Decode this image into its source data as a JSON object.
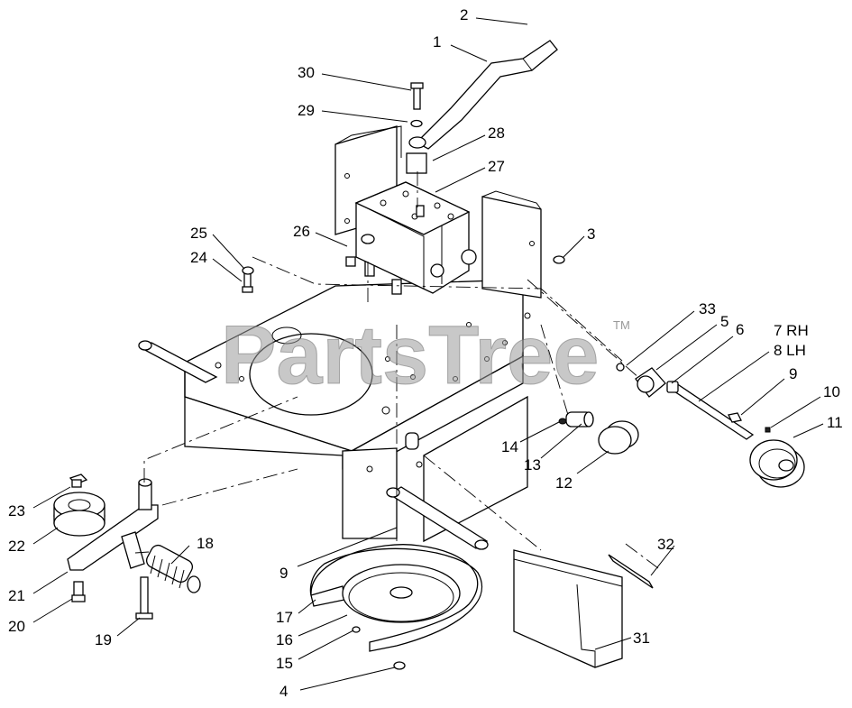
{
  "diagram": {
    "watermark": "PartsTree",
    "watermark_mark": "TM",
    "callouts": [
      {
        "id": "1",
        "label": "1"
      },
      {
        "id": "2",
        "label": "2"
      },
      {
        "id": "3",
        "label": "3"
      },
      {
        "id": "4",
        "label": "4"
      },
      {
        "id": "5",
        "label": "5"
      },
      {
        "id": "6",
        "label": "6"
      },
      {
        "id": "7",
        "label": "7 RH"
      },
      {
        "id": "8",
        "label": "8 LH"
      },
      {
        "id": "9a",
        "label": "9"
      },
      {
        "id": "9b",
        "label": "9"
      },
      {
        "id": "10",
        "label": "10"
      },
      {
        "id": "11",
        "label": "11"
      },
      {
        "id": "12",
        "label": "12"
      },
      {
        "id": "13",
        "label": "13"
      },
      {
        "id": "14",
        "label": "14"
      },
      {
        "id": "15",
        "label": "15"
      },
      {
        "id": "16",
        "label": "16"
      },
      {
        "id": "17",
        "label": "17"
      },
      {
        "id": "18",
        "label": "18"
      },
      {
        "id": "19",
        "label": "19"
      },
      {
        "id": "20",
        "label": "20"
      },
      {
        "id": "21",
        "label": "21"
      },
      {
        "id": "22",
        "label": "22"
      },
      {
        "id": "23",
        "label": "23"
      },
      {
        "id": "24",
        "label": "24"
      },
      {
        "id": "25",
        "label": "25"
      },
      {
        "id": "26",
        "label": "26"
      },
      {
        "id": "27",
        "label": "27"
      },
      {
        "id": "28",
        "label": "28"
      },
      {
        "id": "29",
        "label": "29"
      },
      {
        "id": "30",
        "label": "30"
      },
      {
        "id": "31",
        "label": "31"
      },
      {
        "id": "32",
        "label": "32"
      },
      {
        "id": "33",
        "label": "33"
      }
    ]
  }
}
